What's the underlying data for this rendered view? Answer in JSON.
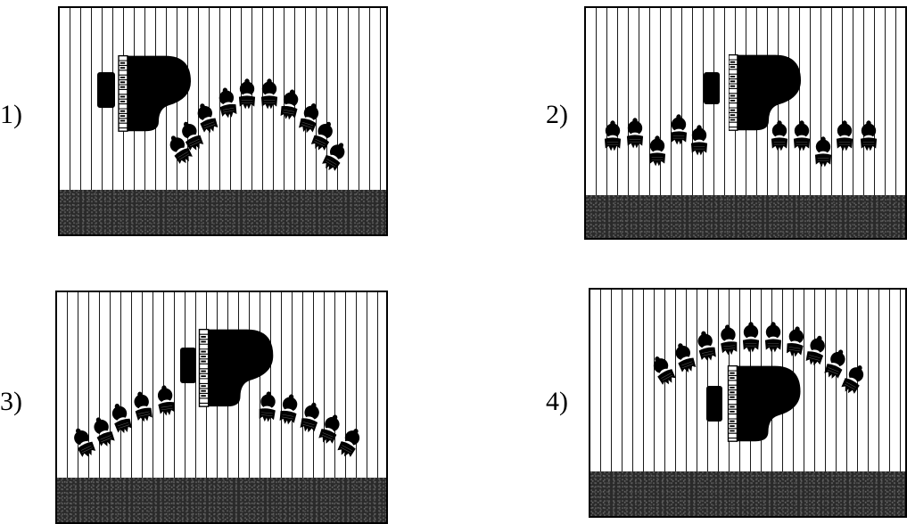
{
  "options": [
    {
      "label": "1)"
    },
    {
      "label": "2)"
    },
    {
      "label": "3)"
    },
    {
      "label": "4)"
    }
  ]
}
